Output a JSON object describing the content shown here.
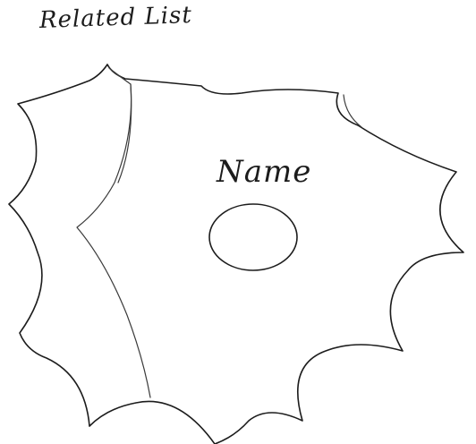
{
  "page": {
    "title": "Related List"
  },
  "main": {
    "name_label": "Name",
    "shapes": [
      {
        "name": "outer-scalloped-shape",
        "description_icon": "scalloped-blob-icon"
      },
      {
        "name": "related-list-panel",
        "description_icon": "panel-divider-icon"
      },
      {
        "name": "avatar-placeholder",
        "description_icon": "ellipse-icon"
      }
    ]
  },
  "colors": {
    "ink": "#1c1c1c",
    "background": "#ffffff"
  }
}
